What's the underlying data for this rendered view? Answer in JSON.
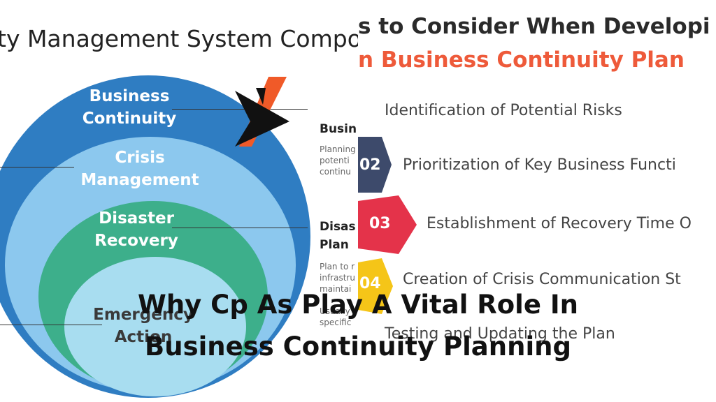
{
  "left_slide": {
    "title": "ty Management System Compo",
    "rings": [
      "Business Continuity",
      "Crisis Management",
      "Disaster Recovery",
      "Emergency Action"
    ],
    "callouts": [
      {
        "heading": "Busin",
        "text": [
          "Planning",
          "potenti",
          "continu"
        ]
      },
      {
        "heading": "Disas Plan",
        "text": [
          "Plan to r",
          "infrastru",
          "maintai",
          "",
          "Usually",
          "specific"
        ]
      }
    ],
    "logo_icon": "brand-logo-icon"
  },
  "right_slide": {
    "title_line1": "s to Consider When Developi",
    "title_line2": "n Business Continuity Plan",
    "steps": [
      {
        "number": "",
        "text": "Identification of Potential Risks",
        "color": "#ffffff"
      },
      {
        "number": "02",
        "text": "Prioritization of Key Business Functi",
        "color": "#3d4a6b"
      },
      {
        "number": "03",
        "text": "Establishment of Recovery Time O",
        "color": "#e4334a"
      },
      {
        "number": "04",
        "text": "Creation of Crisis Communication St",
        "color": "#f5c518"
      },
      {
        "number": "",
        "text": "Testing and Updating the Plan",
        "color": "#ffffff"
      }
    ]
  },
  "overlay": {
    "line1": "Why Cp As Play A Vital Role In",
    "line2": "Business Continuity Planning"
  },
  "colors": {
    "ring_outer": "#2f7dc2",
    "ring_crisis": "#8cc8ee",
    "ring_disaster": "#3daf8b",
    "ring_emergency": "#a8ddf0",
    "accent_orange": "#ee5a3a"
  }
}
